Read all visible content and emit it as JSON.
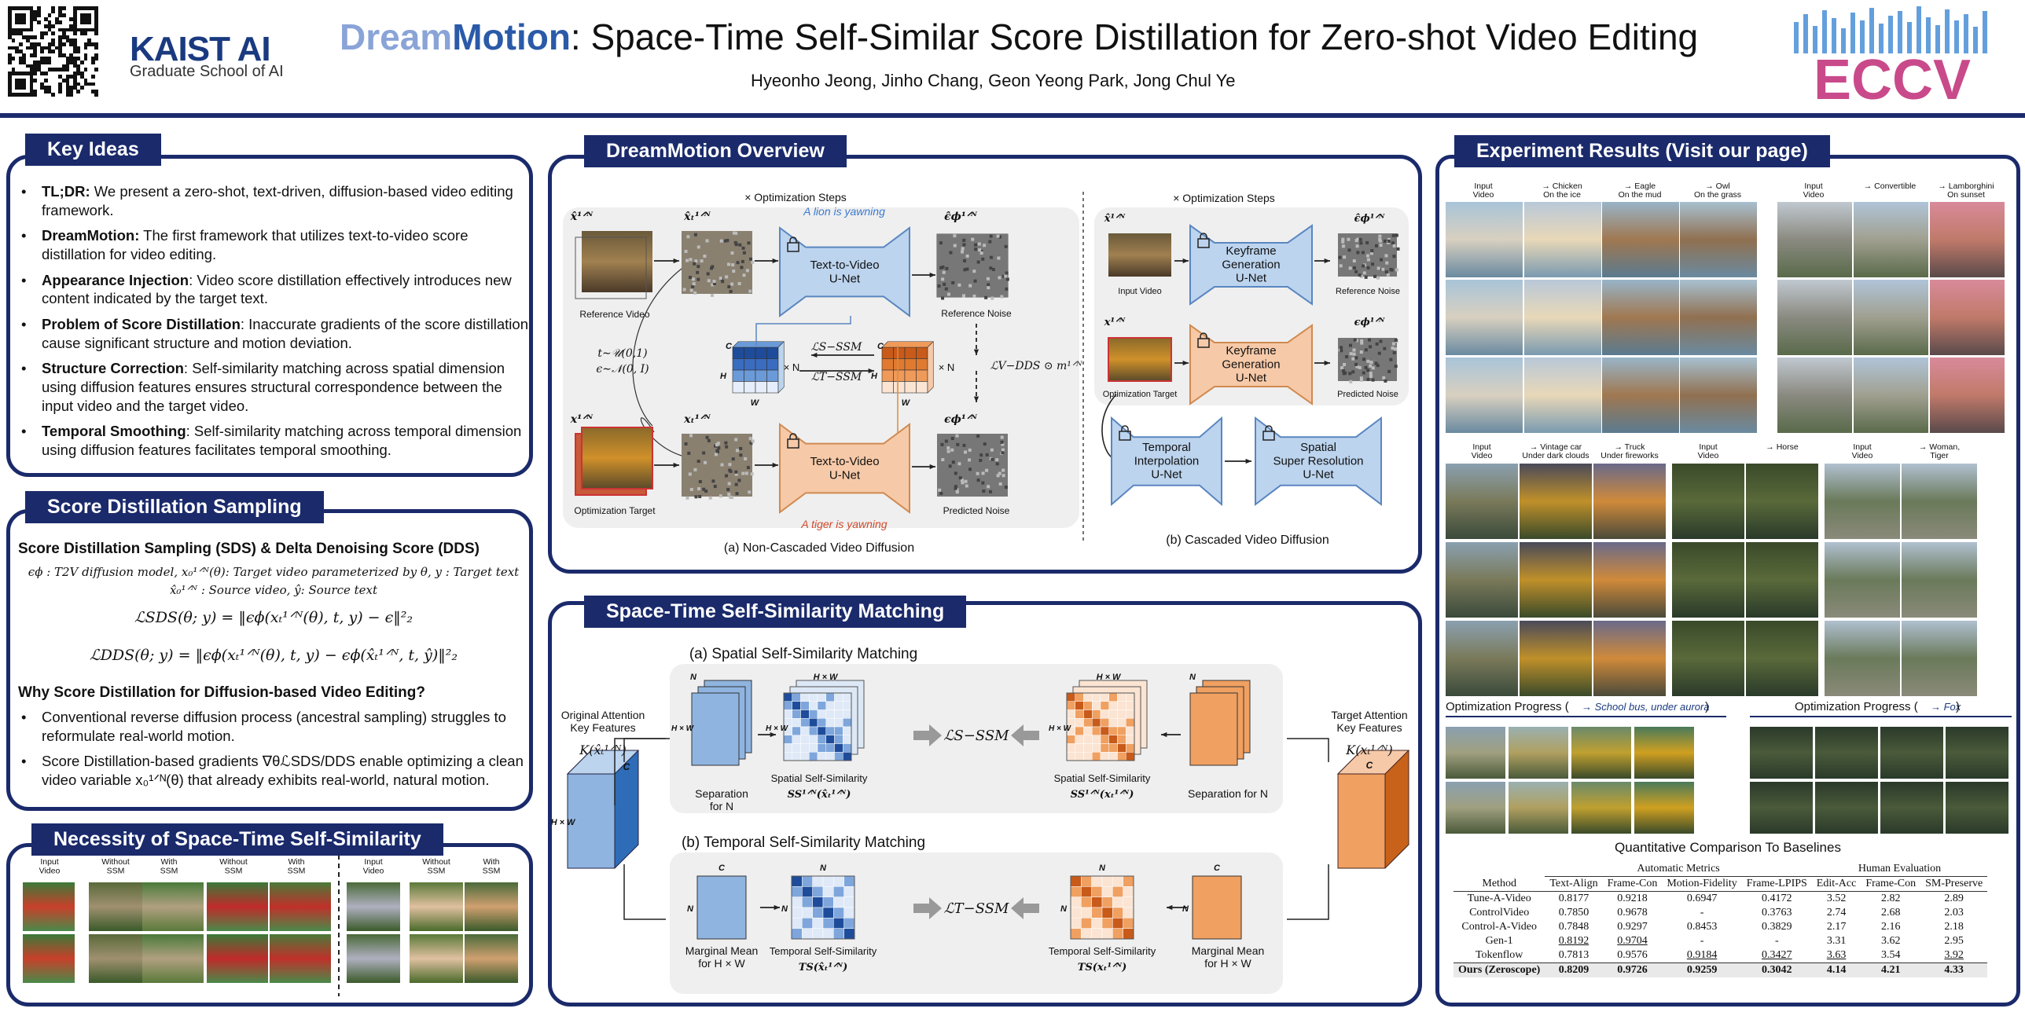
{
  "header": {
    "title_part1": "Dream",
    "title_part2": "Motion",
    "title_rest": ": Space-Time Self-Similar Score Distillation for Zero-shot Video Editing",
    "authors": "Hyeonho Jeong,   Jinho Chang,  Geon Yeong Park,  Jong Chul Ye",
    "kaist_logo": "KAIST AI",
    "kaist_sub": "Graduate School of AI",
    "eccv_logo": "ECCV"
  },
  "colors": {
    "navy": "#1a2a6b",
    "blue": "#bcd4ee",
    "orange": "#f6c9a8",
    "accent": "#2a5aa8"
  },
  "key_ideas": {
    "title": "Key Ideas",
    "items": [
      {
        "bold": "TL;DR:",
        "text": " We present a zero-shot, text-driven, diffusion-based video editing framework."
      },
      {
        "bold": "DreamMotion:",
        "text": " The first framework that utilizes text-to-video score distillation for video editing."
      },
      {
        "bold": "Appearance Injection",
        "text": ": Video score distillation effectively introduces new content indicated by the target text."
      },
      {
        "bold": "Problem of Score Distillation",
        "text": ": Inaccurate gradients of the score distillation cause significant structure and motion deviation."
      },
      {
        "bold": "Structure Correction",
        "text": ": Self-similarity matching across spatial dimension using diffusion features ensures structural correspondence between the input video and the target video."
      },
      {
        "bold": "Temporal Smoothing",
        "text": ": Self-similarity matching across temporal dimension using diffusion features facilitates temporal smoothing."
      }
    ]
  },
  "sds": {
    "title": "Score Distillation Sampling",
    "heading": "Score Distillation Sampling (SDS) & Delta Denoising Score (DDS)",
    "line1": "ϵϕ : T2V diffusion model, x₀¹ᐟᴺ(θ): Target video parameterized by θ,  y : Target text",
    "line2": "x̂₀¹ᐟᴺ : Source video, ŷ: Source text",
    "eq1": "ℒSDS(θ; y) = ‖ϵϕ(xₜ¹ᐟᴺ(θ), t, y) − ϵ‖²₂",
    "eq2": "ℒDDS(θ; y) = ‖ϵϕ(xₜ¹ᐟᴺ(θ), t, y) − ϵϕ(x̂ₜ¹ᐟᴺ, t, ŷ)‖²₂",
    "why": "Why Score Distillation for Diffusion-based Video Editing?",
    "bullets": [
      "Conventional reverse diffusion process (ancestral sampling) struggles to reformulate real-world motion.",
      "Score Distillation-based gradients ∇θℒSDS/DDS enable optimizing a clean video variable x₀¹ᐟᴺ(θ) that already exhibits real-world, natural motion."
    ]
  },
  "necessity": {
    "title": "Necessity of Space-Time Self-Similarity",
    "labels_left": [
      "Input\nVideo",
      "Without\nSSM",
      "With\nSSM",
      "Without\nSSM",
      "With\nSSM"
    ],
    "labels_right": [
      "Input\nVideo",
      "Without\nSSM",
      "With\nSSM"
    ]
  },
  "overview": {
    "title": "DreamMotion Overview",
    "opt_steps": "× Optimization Steps",
    "lion": "A lion is yawning",
    "tiger": "A tiger is yawning",
    "t2v_unet": "Text-to-Video\nU-Net",
    "ref_video": "Reference Video",
    "ref_noise": "Reference Noise",
    "opt_target": "Optimization Target",
    "pred_noise": "Predicted Noise",
    "tdist": "t∼𝒰(0,1)",
    "edist": "ϵ∼𝒩(0, I)",
    "lssm_s": "ℒS−SSM",
    "lssm_t": "ℒT−SSM",
    "lvdds": "ℒV−DDS ⊙ m¹ᐟᴺ",
    "xn": "× N",
    "x_hat": "x̂¹ᐟᴺ",
    "x_hat_t": "x̂ₜ¹ᐟᴺ",
    "e_hat": "ϵ̂ϕ¹ᐟᴺ",
    "x": "x¹ᐟᴺ",
    "x_t": "xₜ¹ᐟᴺ",
    "e": "ϵϕ¹ᐟᴺ",
    "C": "C",
    "H": "H",
    "W": "W",
    "cap_a": "(a) Non-Cascaded Video Diffusion",
    "cap_b": "(b) Cascaded Video Diffusion",
    "keyframe": "Keyframe\nGeneration\nU-Net",
    "input_video": "Input Video",
    "temporal_interp": "Temporal\nInterpolation\nU-Net",
    "spatial_sr": "Spatial\nSuper Resolution\nU-Net"
  },
  "ssm": {
    "title": "Space-Time Self-Similarity Matching",
    "a_title": "(a) Spatial Self-Similarity Matching",
    "b_title": "(b) Temporal Self-Similarity Matching",
    "orig_feat": "Original Attention\nKey Features",
    "orig_sym": "K(x̂ₜ¹ᐟᴺ)",
    "target_feat": "Target Attention\nKey Features",
    "target_sym": "K(xₜ¹ᐟᴺ)",
    "sep_n": "Separation\nfor N",
    "sep_n_r": "Separation for N",
    "spatial_ss": "Spatial Self-Similarity",
    "ss_src": "SS¹ᐟᴺ(x̂ₜ¹ᐟᴺ)",
    "ss_tgt": "SS¹ᐟᴺ(xₜ¹ᐟᴺ)",
    "l_s": "ℒS−SSM",
    "l_t": "ℒT−SSM",
    "marginal": "Marginal Mean\nfor H × W",
    "temporal_ss": "Temporal Self-Similarity",
    "ts_src": "TS(x̂ₜ¹ᐟᴺ)",
    "ts_tgt": "TS(xₜ¹ᐟᴺ)",
    "HxW": "H × W",
    "N": "N",
    "C": "C"
  },
  "results": {
    "title": "Experiment Results (Visit our page)",
    "birds_labels": [
      "Input\nVideo",
      "→ Chicken\nOn the ice",
      "→ Eagle\nOn the mud",
      "→ Owl\nOn the grass"
    ],
    "cars_labels": [
      "Input\nVideo",
      "→ Convertible",
      "→ Lamborghini\nOn sunset"
    ],
    "bus_labels": [
      "Input\nVideo",
      "→ Vintage car\nUnder dark clouds",
      "→ Truck\nUnder fireworks"
    ],
    "horse_labels": [
      "Input\nVideo",
      "→ Horse"
    ],
    "dog_labels": [
      "Input\nVideo",
      "→ Woman,\nTiger"
    ],
    "opt_progress": "Optimization Progress (",
    "opt_prompt1": "→ School bus, under aurora",
    "opt_prompt2": "→ Fox",
    "close_paren": ")",
    "table_title": "Quantitative Comparison To Baselines",
    "group_auto": "Automatic Metrics",
    "group_human": "Human Evaluation",
    "columns": [
      "Method",
      "Text-Align",
      "Frame-Con",
      "Motion-Fidelity",
      "Frame-LPIPS",
      "Edit-Acc",
      "Frame-Con",
      "SM-Preserve"
    ],
    "rows": [
      [
        "Tune-A-Video",
        "0.8177",
        "0.9218",
        "0.6947",
        "0.4172",
        "3.52",
        "2.82",
        "2.89"
      ],
      [
        "ControlVideo",
        "0.7850",
        "0.9678",
        "-",
        "0.3763",
        "2.74",
        "2.68",
        "2.03"
      ],
      [
        "Control-A-Video",
        "0.7848",
        "0.9297",
        "0.8453",
        "0.3829",
        "2.17",
        "2.16",
        "2.18"
      ],
      [
        "Gen-1",
        "0.8192",
        "0.9704",
        "-",
        "-",
        "3.31",
        "3.62",
        "2.95"
      ],
      [
        "Tokenflow",
        "0.7813",
        "0.9576",
        "0.9184",
        "0.3427",
        "3.63",
        "3.54",
        "3.92"
      ],
      [
        "Ours (Zeroscope)",
        "0.8209",
        "0.9726",
        "0.9259",
        "0.3042",
        "4.14",
        "4.21",
        "4.33"
      ]
    ]
  }
}
